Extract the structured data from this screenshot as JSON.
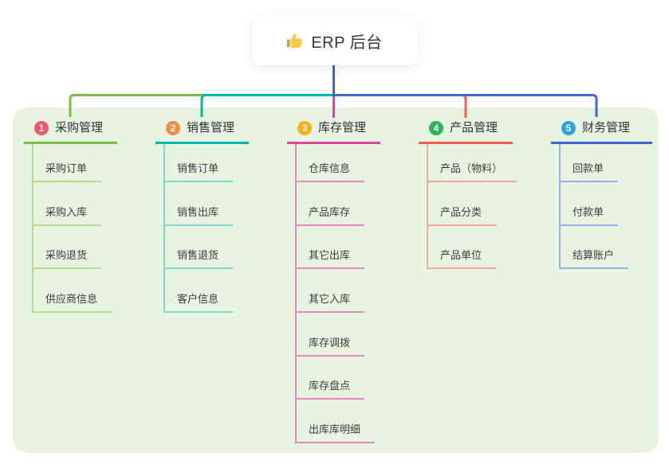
{
  "root": {
    "icon": "thumbs-up",
    "title": "ERP 后台"
  },
  "branches": [
    {
      "num": "1",
      "label": "采购管理",
      "colors": {
        "badge": "#f1556e",
        "line": "#7eba44",
        "light": "#b7db90"
      },
      "children": [
        "采购订单",
        "采购入库",
        "采购退货",
        "供应商信息"
      ]
    },
    {
      "num": "2",
      "label": "销售管理",
      "colors": {
        "badge": "#f98b44",
        "line": "#00b6ad",
        "light": "#7fd7d0"
      },
      "children": [
        "销售订单",
        "销售出库",
        "销售退货",
        "客户信息"
      ]
    },
    {
      "num": "3",
      "label": "库存管理",
      "colors": {
        "badge": "#fbaf19",
        "line": "#d9479e",
        "light": "#ec86c3"
      },
      "children": [
        "仓库信息",
        "产品库存",
        "其它出库",
        "其它入库",
        "库存调拨",
        "库存盘点",
        "出库库明细"
      ]
    },
    {
      "num": "4",
      "label": "产品管理",
      "colors": {
        "badge": "#2eb457",
        "line": "#f75c52",
        "light": "#faa29b"
      },
      "children": [
        "产品（物料）",
        "产品分类",
        "产品单位"
      ]
    },
    {
      "num": "5",
      "label": "财务管理",
      "colors": {
        "badge": "#2ba3e8",
        "line": "#4565d3",
        "light": "#9cade8"
      },
      "children": [
        "回款单",
        "付款单",
        "结算账户"
      ]
    }
  ],
  "canvas": {
    "panel_color": "#e6f5e0",
    "stem_color": "#4a5fd1"
  }
}
